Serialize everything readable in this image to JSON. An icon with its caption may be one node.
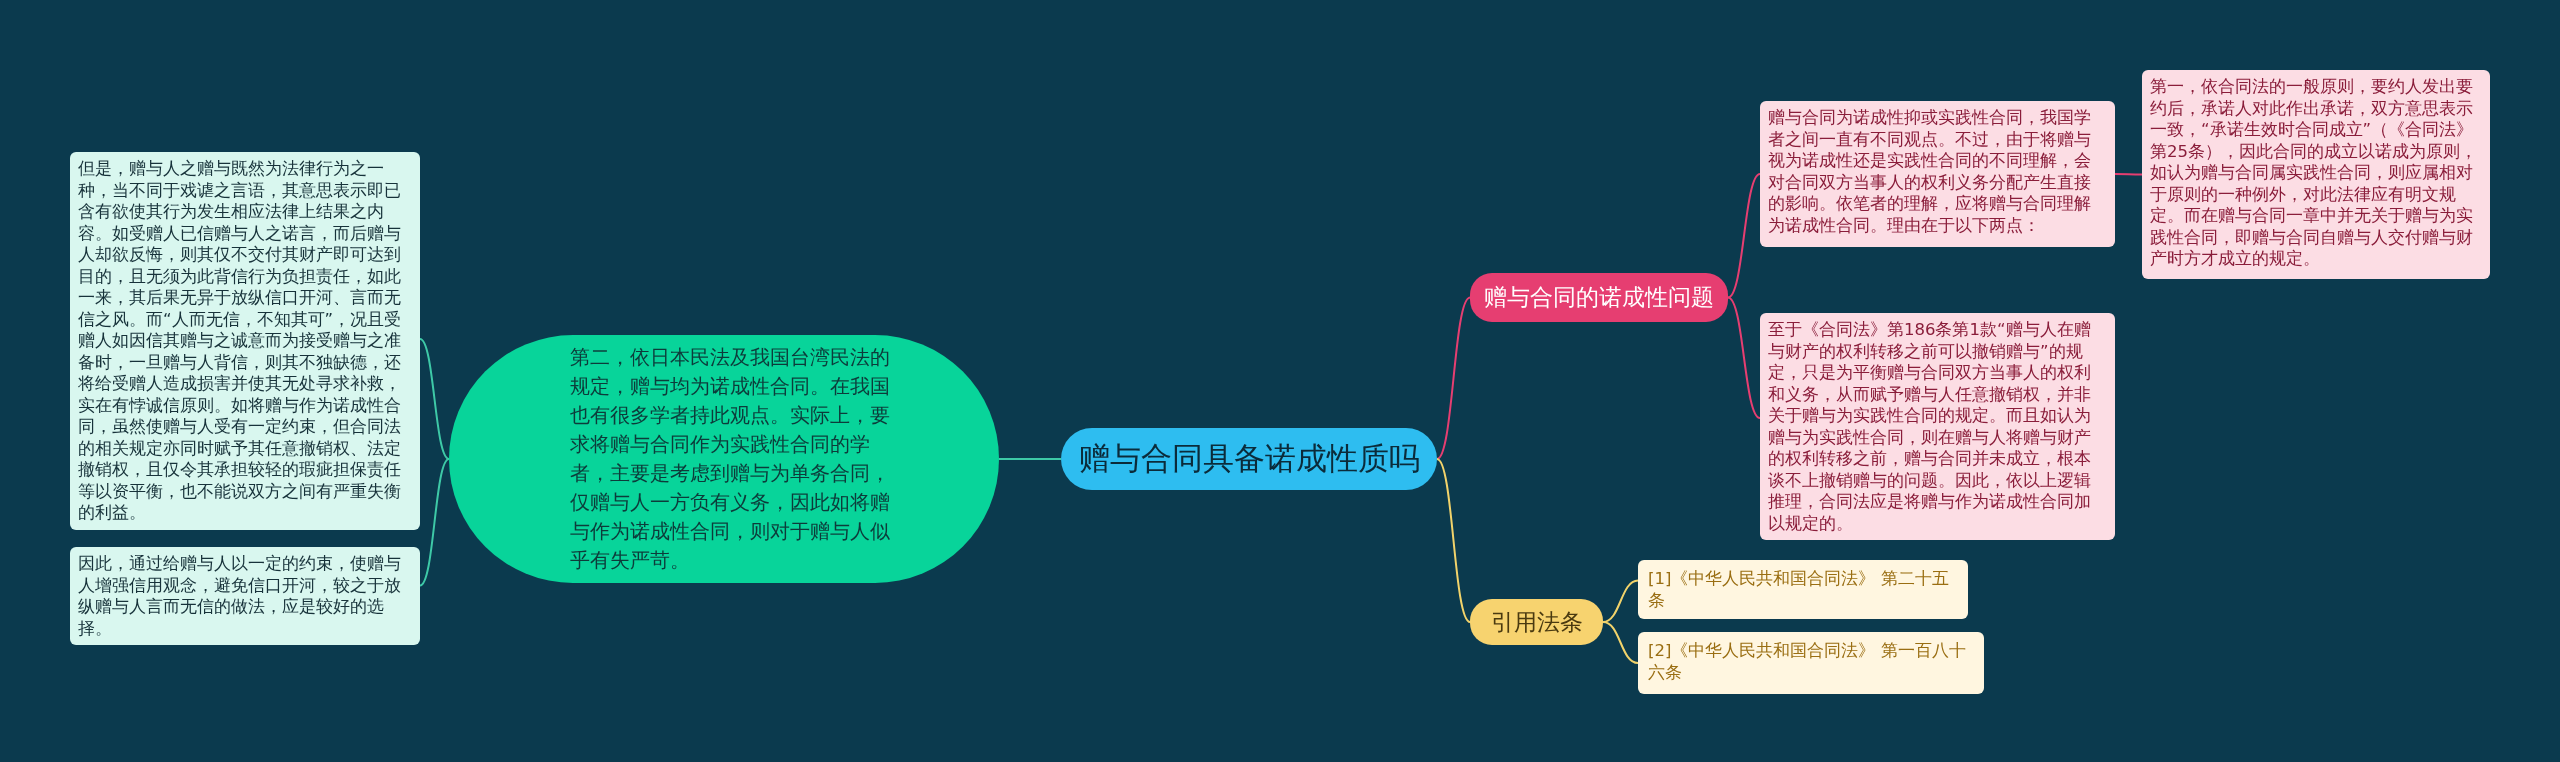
{
  "diagram": {
    "nodes": [
      {
        "text": [
          "赠与合同具备诺成性质吗"
        ]
      },
      {
        "text": [
          "第二，依日本民法及我国台湾民法的规定，赠与均为诺成性合同。在我国也有很多学者持此观点。实际上，要求将赠与合同作为实践性合同的学者，主要是考虑到赠与为单务合同，仅赠与人一方负有义务，因此如将赠与作为诺成性合同，则对于赠与人似乎有失严苛。"
        ]
      },
      {
        "text": [
          "但是，赠与人之赠与既然为法律行为之一种，当不同于戏谑之言语，其意思表示即已含有欲使其行为发生相应法律上结果之内容。如受赠人已信赠与人之诺言，而后赠与人却欲反悔，则其仅不交付其财产即可达到目的，且无须为此背信行为负担责任，如此一来，其后果无异于放纵信口开河、言而无信之风。而“人而无信，不知其可”，况且受赠人如因信其赠与之诚意而为接受赠与之准备时，一旦赠与人背信，则其不独缺德，还将给受赠人造成损害并使其无处寻求补救，实在有悖诚信原则。如将赠与作为诺成性合同，虽然使赠与人受有一定约束，但合同法的相关规定亦同时赋予其任意撤销权、法定撤销权，且仅令其承担较轻的瑕疵担保责任等以资平衡，也不能说双方之间有严重失衡的利益。"
        ]
      },
      {
        "text": [
          "因此，通过给赠与人以一定的约束，使赠与人增强信用观念，避免信口开河，较之于放纵赠与人言而无信的做法，应是较好的选择。"
        ]
      },
      {
        "text": [
          "赠与合同的诺成性问题"
        ]
      },
      {
        "text": [
          "赠与合同为诺成性抑或实践性合同，我国学者之间一直有不同观点。不过，由于将赠与视为诺成性还是实践性合同的不同理解，会对合同双方当事人的权利义务分配产生直接的影响。依笔者的理解，应将赠与合同理解为诺成性合同。理由在于以下两点："
        ]
      },
      {
        "text": [
          "第一，依合同法的一般原则，要约人发出要约后，承诺人对此作出承诺，双方意思表示一致，“承诺生效时合同成立”（《合同法》第25条），因此合同的成立以诺成为原则，如认为赠与合同属实践性合同，则应属相对于原则的一种例外，对此法律应有明文规定。而在赠与合同一章中并无关于赠与为实践性合同，即赠与合同自赠与人交付赠与财产时方才成立的规定。"
        ]
      },
      {
        "text": [
          "至于《合同法》第186条第1款“赠与人在赠与财产的权利转移之前可以撤销赠与”的规定，只是为平衡赠与合同双方当事人的权利和义务，从而赋予赠与人任意撤销权，并非关于赠与为实践性合同的规定。而且如认为赠与为实践性合同，则在赠与人将赠与财产的权利转移之前，赠与合同并未成立，根本谈不上撤销赠与的问题。因此，依以上逻辑推理，合同法应是将赠与作为诺成性合同加以规定的。"
        ]
      },
      {
        "text": [
          "引用法条"
        ]
      },
      {
        "text": [
          "[1]《中华人民共和国合同法》 第二十五条"
        ]
      },
      {
        "text": [
          "[2]《中华人民共和国合同法》 第一百八十六条"
        ]
      }
    ],
    "edges": [
      {
        "from": 0,
        "to": 1,
        "arrow": "none",
        "color": "#3ec9a7"
      },
      {
        "from": 1,
        "to": 2,
        "arrow": "none",
        "color": "#3ec9a7"
      },
      {
        "from": 1,
        "to": 3,
        "arrow": "none",
        "color": "#3ec9a7"
      },
      {
        "from": 0,
        "to": 4,
        "arrow": "none"
      },
      {
        "from": 4,
        "to": 5,
        "arrow": "none"
      },
      {
        "from": 4,
        "to": 7,
        "arrow": "none"
      },
      {
        "from": 5,
        "to": 6,
        "arrow": "none"
      },
      {
        "from": 0,
        "to": 8,
        "arrow": "none",
        "color": "#f2d36b"
      },
      {
        "from": 8,
        "to": 9,
        "arrow": "none",
        "color": "#f2d36b"
      },
      {
        "from": 8,
        "to": 10,
        "arrow": "none",
        "color": "#f2d36b"
      }
    ]
  }
}
